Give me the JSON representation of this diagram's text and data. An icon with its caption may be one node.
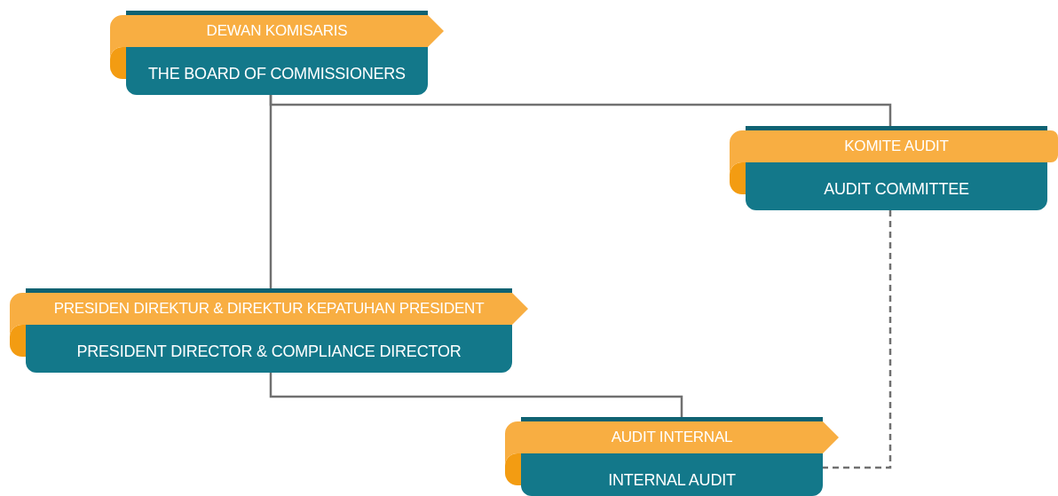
{
  "diagram": {
    "nodes": [
      {
        "text": [
          "DEWAN KOMISARIS",
          "THE BOARD OF COMMISSIONERS"
        ]
      },
      {
        "text": [
          "KOMITE AUDIT",
          "AUDIT COMMITTEE"
        ]
      },
      {
        "text": [
          "PRESIDEN DIREKTUR & DIREKTUR KEPATUHAN PRESIDENT",
          "PRESIDENT DIRECTOR & COMPLIANCE DIRECTOR"
        ]
      },
      {
        "text": [
          "AUDIT INTERNAL",
          "INTERNAL AUDIT"
        ]
      }
    ],
    "edges": [
      {
        "from": 0,
        "to": 1,
        "arrow": "none"
      },
      {
        "from": 0,
        "to": 2,
        "arrow": "none"
      },
      {
        "from": 2,
        "to": 3,
        "arrow": "none"
      },
      {
        "from": 1,
        "to": 3,
        "arrow": "none",
        "style": "dashed"
      }
    ]
  }
}
